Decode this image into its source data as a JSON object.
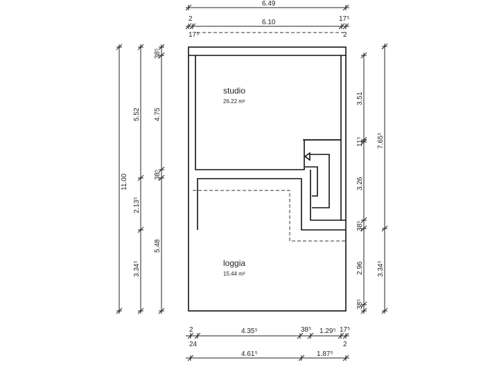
{
  "rooms": {
    "studio": {
      "name": "studio",
      "area": "26.22 m²"
    },
    "loggia": {
      "name": "loggia",
      "area": "15.44 m²"
    }
  },
  "dimensions": {
    "top": {
      "overall": "6.49",
      "inner": "6.10",
      "left_wall": "2",
      "right_wall": "17⁵",
      "dash_left": "17⁵",
      "dash_right": "2"
    },
    "bottom": {
      "wall_left": "2",
      "span_1": "4.35⁵",
      "wall_mid": "38⁵",
      "span_2": "1.29⁵",
      "wall_right": "17⁵",
      "offset_left": "24",
      "offset_right": "2",
      "total_1": "4.61⁵",
      "total_2": "1.87⁵"
    },
    "left": {
      "overall": "11.00",
      "upper": "5.52",
      "middle": "2.13⁵",
      "lower": "3.34⁵",
      "wall_top": "38⁵",
      "studio": "4.75",
      "wall_mid": "38⁵",
      "loggia": "5.48"
    },
    "right": {
      "studio": "3.51",
      "wall_small": "11⁵",
      "stair": "3.26",
      "wall_mid": "38⁵",
      "loggia": "2.96",
      "wall_bottom": "38⁵",
      "upper_total": "7.65⁵",
      "lower_total": "3.34⁵"
    }
  }
}
